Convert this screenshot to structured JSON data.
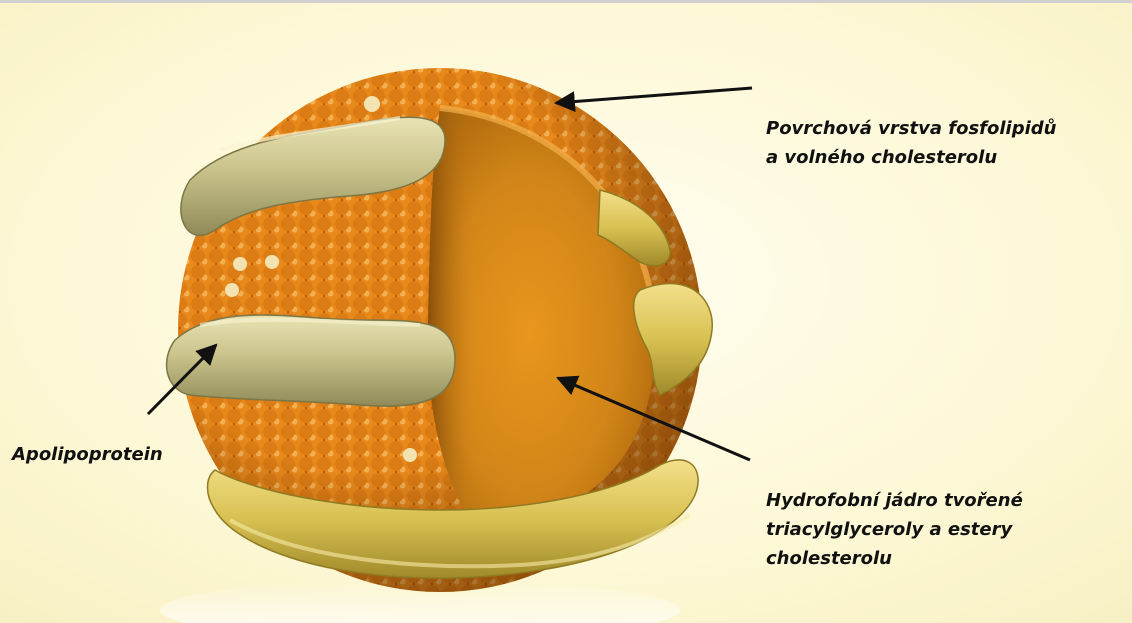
{
  "labels": {
    "surface": {
      "line1": "Povrchová vrstva fosfolipidů",
      "line2": "a volného cholesterolu"
    },
    "core": {
      "line1": "Hydrofobní jádro tvořené",
      "line2": "triacylglyceroly a estery",
      "line3": "cholesterolu"
    },
    "apolipoprotein": "Apolipoprotein"
  },
  "colors": {
    "background": "#fdf9d8",
    "phospholipid_bead": "#e8891c",
    "cholesterol_bead": "#f2e3b0",
    "core": "#c97a12",
    "apolipoprotein_band": "#c9c28a",
    "arrow": "#111111"
  },
  "icons": {
    "particle": "lipoprotein-particle-cutaway"
  }
}
